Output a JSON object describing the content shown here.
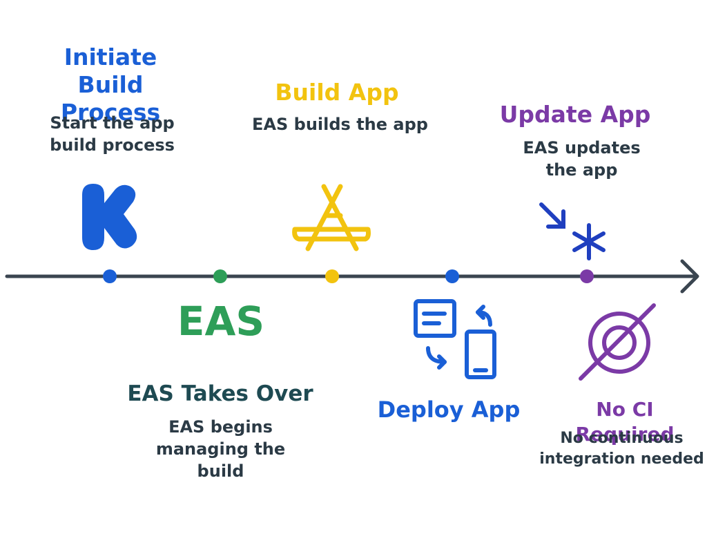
{
  "colors": {
    "blue": "#1a5fd6",
    "yellow": "#f2c30f",
    "green": "#2e9e58",
    "purple": "#7b3aa6",
    "darkblue": "#1f3fbf",
    "line": "#3a4550",
    "text": "#2b3a45",
    "darkgreen": "#1e4a52"
  },
  "steps": {
    "initiate": {
      "title": "Initiate Build Process",
      "desc": "Start the app build process",
      "icon": "kickstarter-k-icon"
    },
    "build": {
      "title": "Build App",
      "desc": "EAS builds the app",
      "icon": "app-store-icon"
    },
    "update": {
      "title": "Update App",
      "desc": "EAS updates the app",
      "icon": "asterisk-arrow-icon"
    },
    "eas": {
      "logo": "EAS",
      "title": "EAS Takes Over",
      "desc": "EAS begins managing the build"
    },
    "deploy": {
      "title": "Deploy App",
      "icon": "deploy-device-icon"
    },
    "noci": {
      "title": "No CI Required",
      "desc": "No continuous integration needed",
      "icon": "no-ci-icon"
    }
  }
}
